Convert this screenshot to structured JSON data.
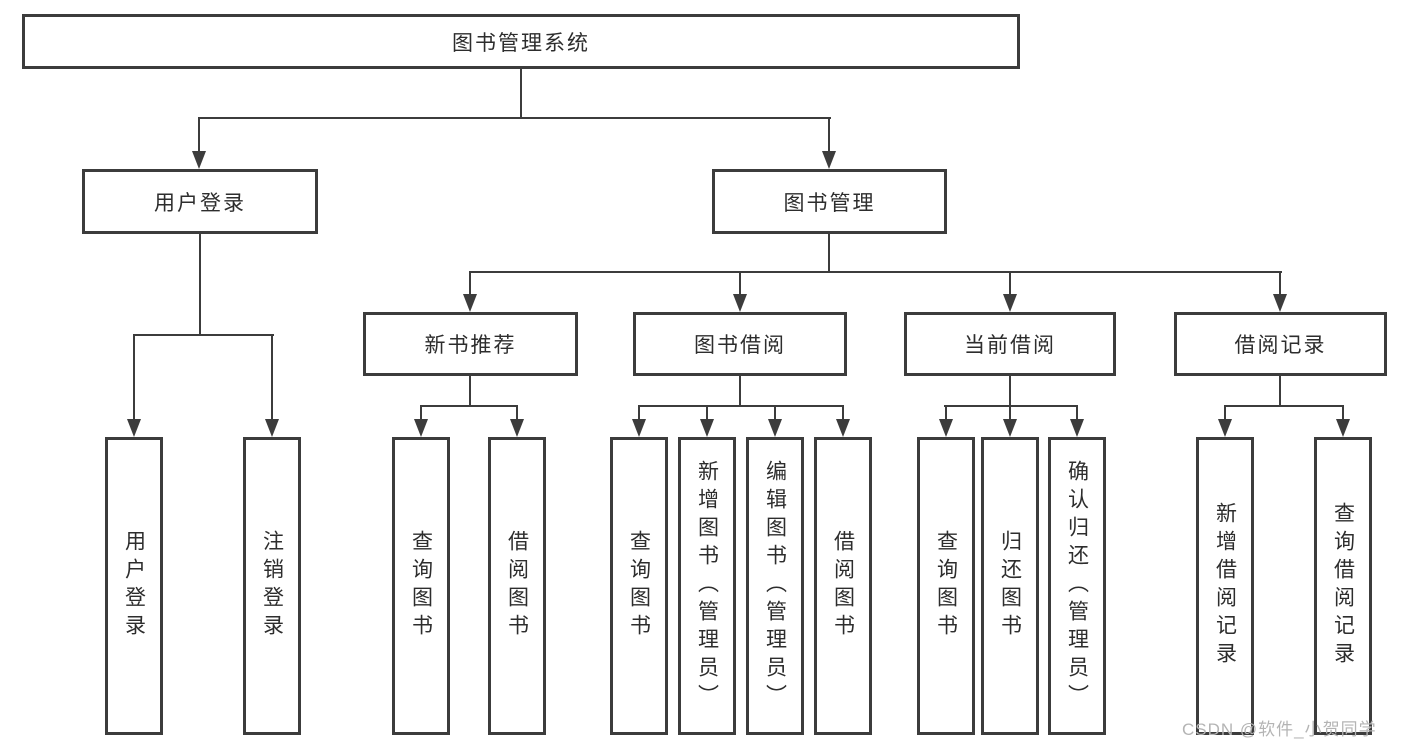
{
  "tree": {
    "root": {
      "label": "图书管理系统"
    },
    "children": [
      {
        "label": "用户登录",
        "children": [
          {
            "label": "用户登录"
          },
          {
            "label": "注销登录"
          }
        ]
      },
      {
        "label": "图书管理",
        "children": [
          {
            "label": "新书推荐",
            "children": [
              {
                "label": "查询图书"
              },
              {
                "label": "借阅图书"
              }
            ]
          },
          {
            "label": "图书借阅",
            "children": [
              {
                "label": "查询图书"
              },
              {
                "label": "新增图书（管理员）"
              },
              {
                "label": "编辑图书（管理员）"
              },
              {
                "label": "借阅图书"
              }
            ]
          },
          {
            "label": "当前借阅",
            "children": [
              {
                "label": "查询图书"
              },
              {
                "label": "归还图书"
              },
              {
                "label": "确认归还（管理员）"
              }
            ]
          },
          {
            "label": "借阅记录",
            "children": [
              {
                "label": "新增借阅记录"
              },
              {
                "label": "查询借阅记录"
              }
            ]
          }
        ]
      }
    ]
  },
  "watermark": {
    "text": "CSDN @软件_小贺同学"
  },
  "colors": {
    "line": "#3c3c3c",
    "text": "#2d2d2d",
    "watermark": "#b4b4b4",
    "background": "#ffffff"
  }
}
